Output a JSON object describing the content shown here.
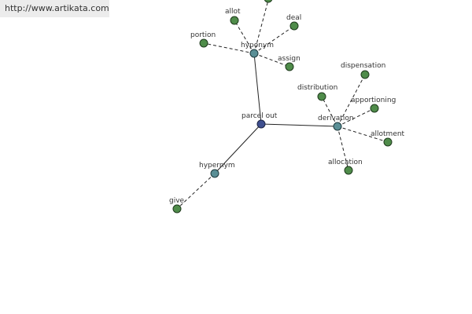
{
  "banner": {
    "url": "http://www.artikata.com"
  },
  "colors": {
    "word_node": "#4f8c4a",
    "relation_node": "#5a8f96",
    "center_node": "#3f4f8f",
    "edge": "#222222"
  },
  "graph": {
    "center": {
      "label": "parcel out"
    },
    "relations": {
      "hyponym": {
        "label": "hyponym"
      },
      "derivation": {
        "label": "derivation"
      },
      "hypernym": {
        "label": "hypernym"
      }
    },
    "words": {
      "allot": "allot",
      "deal": "deal",
      "portion": "portion",
      "assign": "assign",
      "dispensation": "dispensation",
      "distribution": "distribution",
      "apportioning": "apportioning",
      "allotment": "allotment",
      "allocation": "allocation",
      "give": "give"
    }
  }
}
